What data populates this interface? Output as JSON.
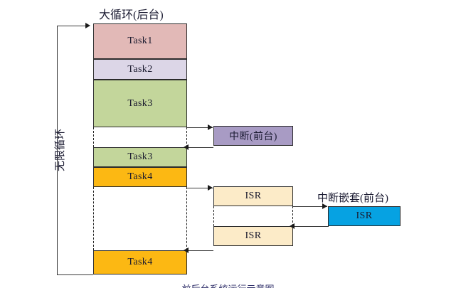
{
  "diagram": {
    "title_background_loop": "大循环(后台)",
    "label_interrupt": "中断(前台)",
    "label_nested_interrupt": "中断嵌套(前台)",
    "label_infinite_loop": "无限循环",
    "bottom_caption": "前后台系统运行示意图"
  },
  "colors": {
    "task1": "#e2b9b7",
    "task2": "#dcd6e7",
    "task3": "#c3d69b",
    "task4": "#fcb813",
    "interrupt": "#a89bc4",
    "isr": "#fcebc8",
    "nested_isr": "#06a2e2",
    "outline": "#2b2b2b",
    "line": "#3a3a3a"
  },
  "blocks": {
    "task1": {
      "label": "Task1"
    },
    "task2": {
      "label": "Task2"
    },
    "task3a": {
      "label": "Task3"
    },
    "task3b": {
      "label": "Task3"
    },
    "task4a": {
      "label": "Task4"
    },
    "task4b": {
      "label": "Task4"
    },
    "isr1": {
      "label": "ISR"
    },
    "isr2": {
      "label": "ISR"
    },
    "isr_nested": {
      "label": "ISR"
    }
  }
}
